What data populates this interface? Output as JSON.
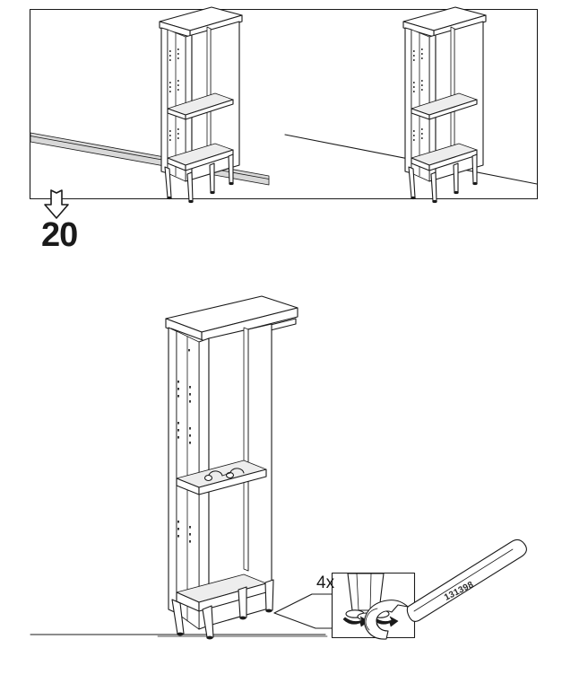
{
  "document": {
    "type": "furniture-assembly-instruction",
    "step_number": "20",
    "background_color": "#ffffff",
    "line_color": "#1a1a1a"
  },
  "top_panel": {
    "name": "comparison-frame",
    "border_color": "#1a1a1a",
    "scenes": [
      {
        "id": "scene-incorrect",
        "label": "",
        "description": "tall open bookcase standing on four legs in front of a wall with a skirting board, cabinet tilted away from wall",
        "has_skirting_board": true,
        "skirting_color": "#d4d4d4"
      },
      {
        "id": "scene-correct",
        "label": "",
        "description": "tall open bookcase standing level on four legs on a plain floor line",
        "has_skirting_board": false,
        "skirting_color": ""
      }
    ]
  },
  "step_marker": {
    "arrow_icon": "down-arrow-icon",
    "number": "20"
  },
  "main_illustration": {
    "name": "cabinet-illustration",
    "description": "tall open bookcase with one middle shelf, two shelf pins visible on the shelf, standing on four tapered legs on a floor line",
    "shelf_pin_count": 2,
    "leg_count": 4
  },
  "detail_callout": {
    "name": "leg-adjustment-detail",
    "quantity": "4x",
    "description": "close-up of cabinet leg with adjustable foot and two curved rotation arrows indicating turning the foot",
    "rotation_arrow_count": 2
  },
  "tool": {
    "name": "open-end-wrench",
    "part_code": "131398"
  }
}
